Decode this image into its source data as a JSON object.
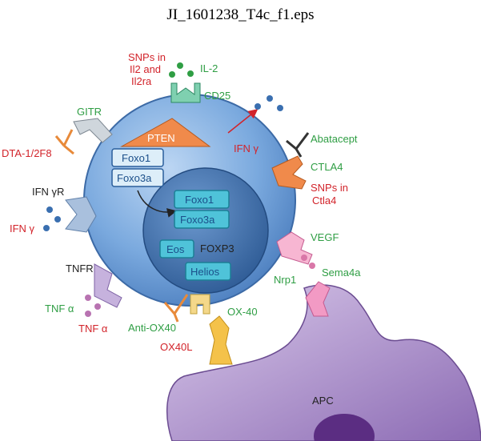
{
  "title": "JI_1601238_T4c_f1.eps",
  "colors": {
    "cell_outer": "#6f9fd6",
    "nucleus": "#3f6fa8",
    "apc": "#a58bc6",
    "red_text": "#d2232a",
    "green_text": "#2f9e44",
    "box_fill": "#4fc3d9"
  },
  "labels": {
    "snps_il2": [
      "SNPs in",
      "Il2 and",
      "Il2ra"
    ],
    "il2": "IL-2",
    "cd25": "CD25",
    "gitr": "GITR",
    "dta": "DTA-1/2F8",
    "pten": "PTEN",
    "ifng_top": "IFN γ",
    "abatacept": "Abatacept",
    "ctla4": "CTLA4",
    "snps_ctla4": [
      "SNPs in",
      "Ctla4"
    ],
    "ifngr": "IFN γR",
    "ifng_left": "IFN γ",
    "vegf": "VEGF",
    "nrp1": "Nrp1",
    "sema4a": "Sema4a",
    "tnfr": "TNFR",
    "tnfa_green": "TNF α",
    "tnfa_red": "TNF α",
    "ox40": "OX-40",
    "anti_ox40": "Anti-OX40",
    "ox40l": "OX40L",
    "apc": "APC",
    "foxp3": "FOXP3"
  },
  "boxes": {
    "foxo1_cyto": "Foxo1",
    "foxo3a_cyto": "Foxo3a",
    "foxo1_nuc": "Foxo1",
    "foxo3a_nuc": "Foxo3a",
    "eos": "Eos",
    "helios": "Helios"
  }
}
